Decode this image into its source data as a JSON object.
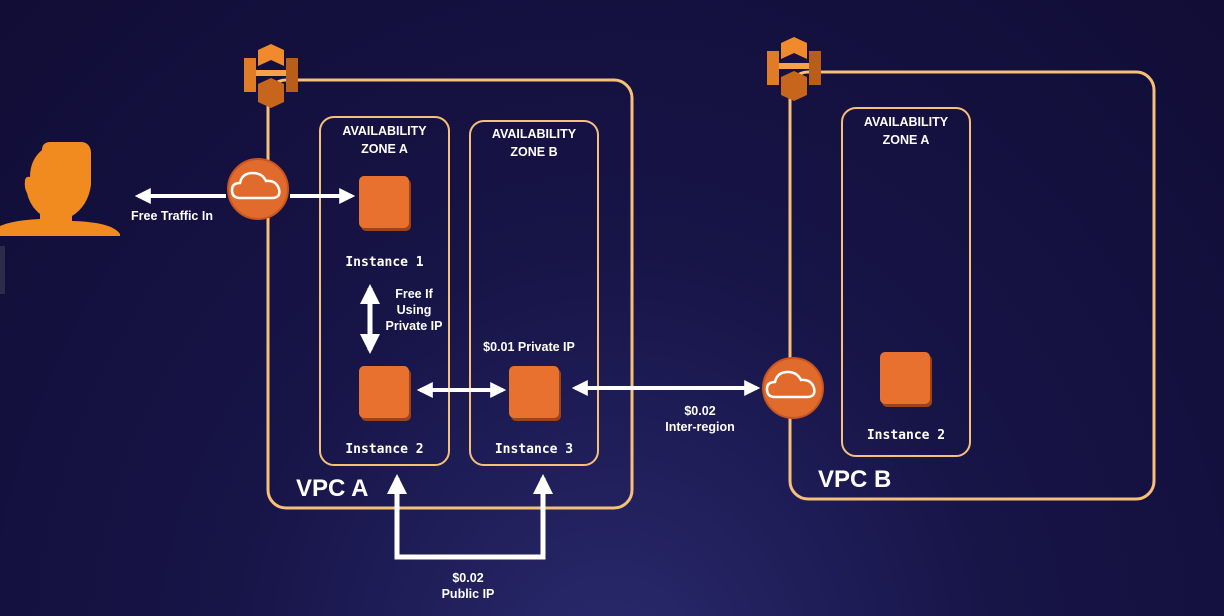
{
  "labels": {
    "free_traffic_in": "Free Traffic In",
    "free_if_using_private_ip": [
      "Free If",
      "Using",
      "Private IP"
    ],
    "private_ip_cost": "$0.01 Private IP",
    "inter_region": [
      "$0.02",
      "Inter-region"
    ],
    "public_ip": [
      "$0.02",
      "Public IP"
    ]
  },
  "vpc_a": {
    "name": "VPC A",
    "zones": [
      {
        "title": [
          "AVAILABILITY",
          "ZONE A"
        ],
        "instances": [
          "Instance 1",
          "Instance 2"
        ]
      },
      {
        "title": [
          "AVAILABILITY",
          "ZONE B"
        ],
        "instances": [
          "Instance 3"
        ]
      }
    ]
  },
  "vpc_b": {
    "name": "VPC B",
    "zones": [
      {
        "title": [
          "AVAILABILITY",
          "ZONE A"
        ],
        "instances": [
          "Instance 2"
        ]
      }
    ]
  },
  "colors": {
    "background": "#15123f",
    "vpc_border": "#f6c079",
    "instance": "#e8712f",
    "arrow": "#ffffff",
    "user": "#f28b1f"
  },
  "icons": [
    "user-icon",
    "vpc-logo-icon",
    "internet-gateway-icon",
    "cloud-icon",
    "ec2-instance-icon"
  ]
}
